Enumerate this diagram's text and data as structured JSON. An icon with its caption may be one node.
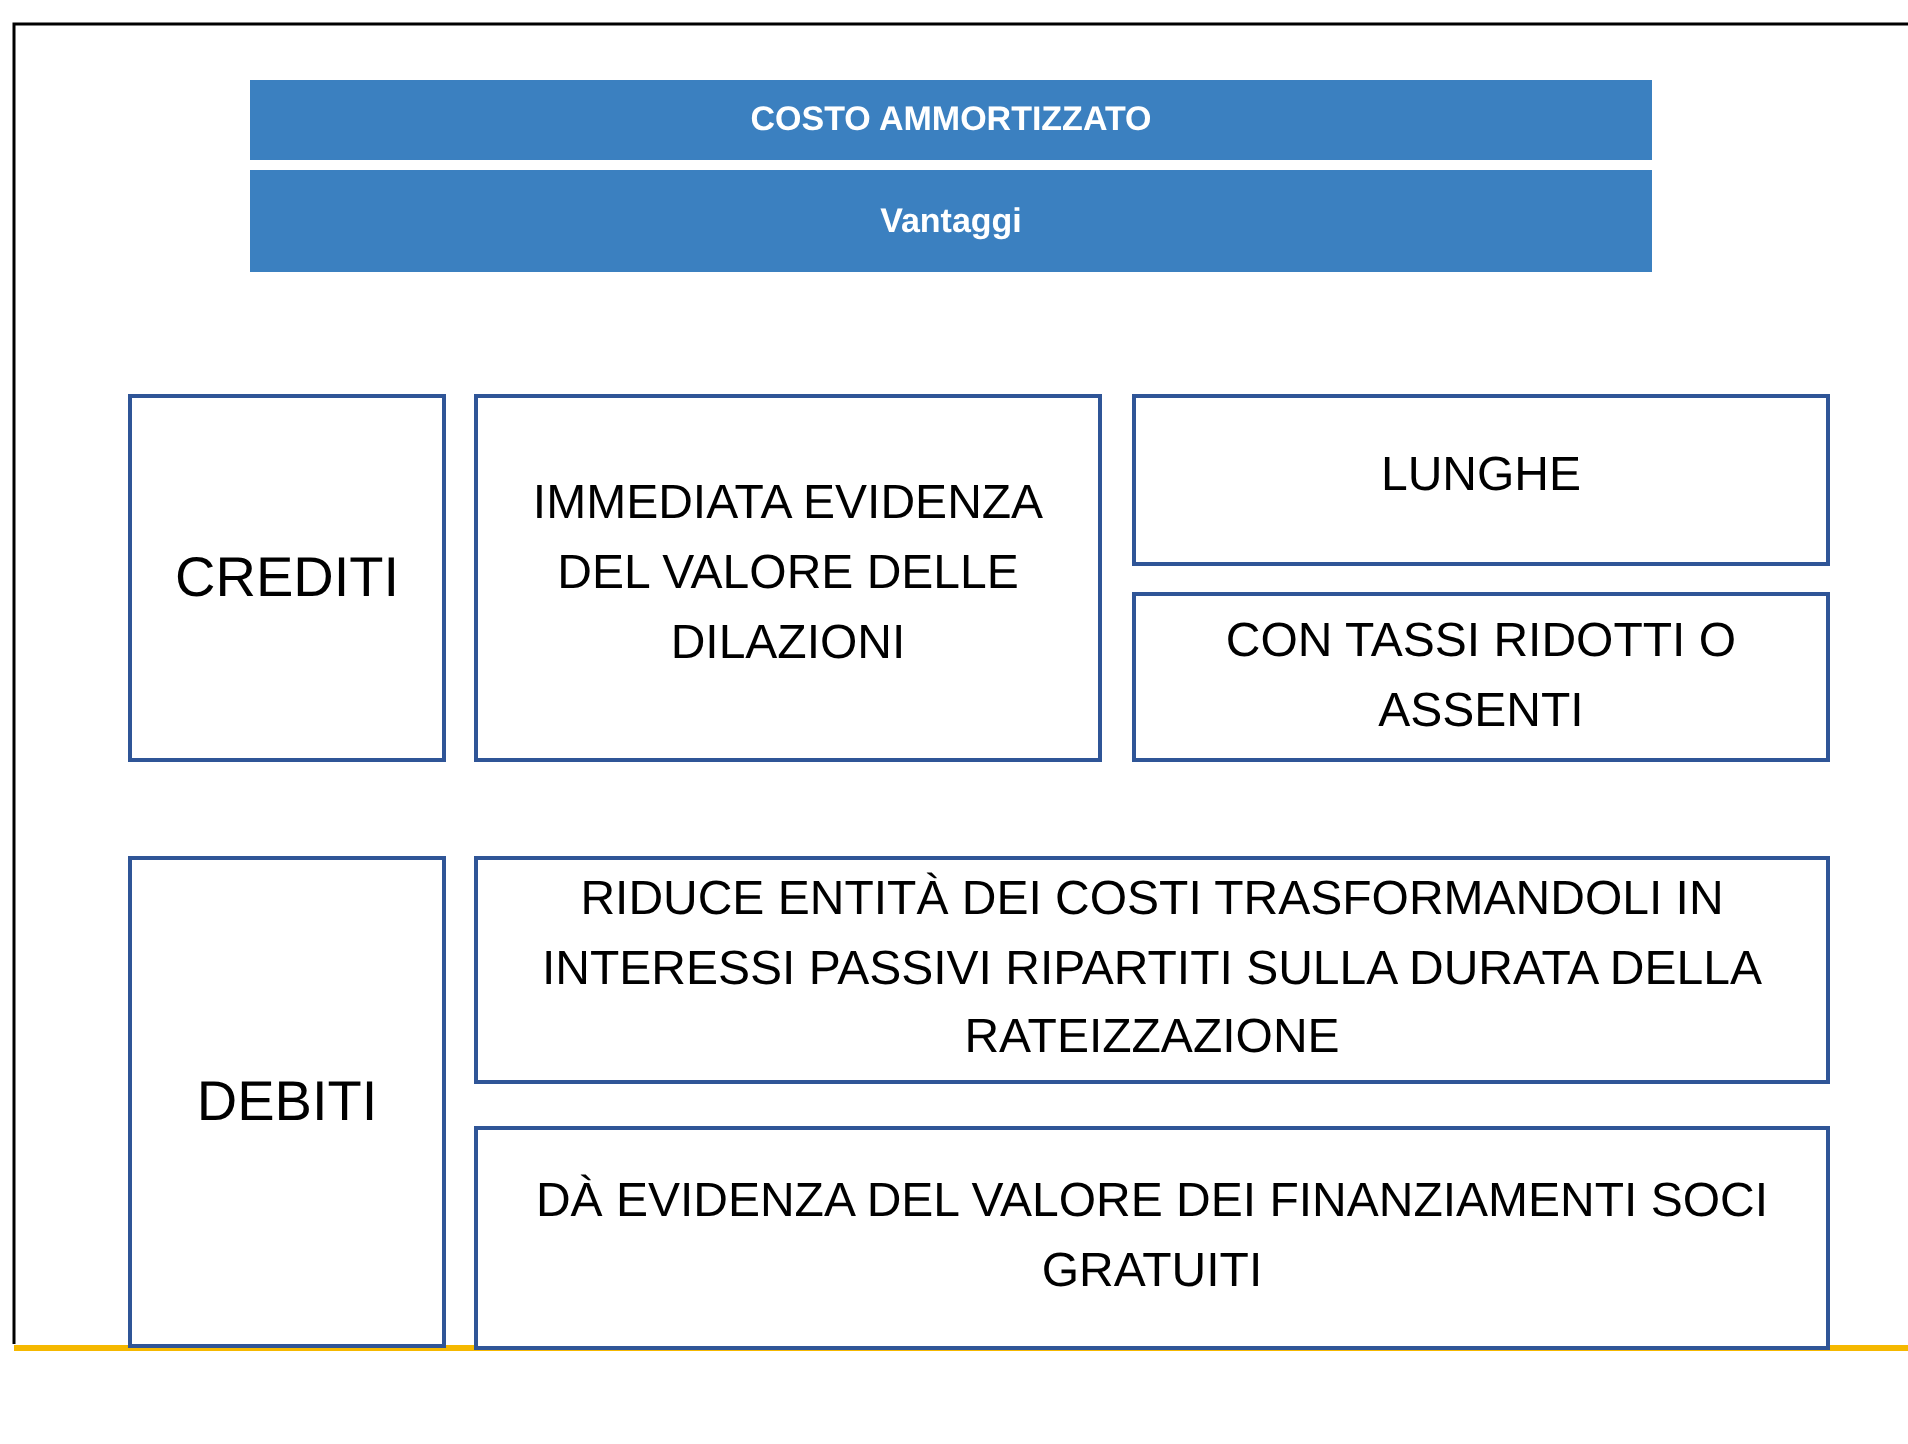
{
  "diagram": {
    "nodes": [
      {
        "text": [
          "COSTO AMMORTIZZATO"
        ]
      },
      {
        "text": [
          "Vantaggi"
        ]
      },
      {
        "text": [
          "CREDITI"
        ]
      },
      {
        "text": [
          "IMMEDIATA EVIDENZA DEL VALORE DELLE DILAZIONI"
        ]
      },
      {
        "text": [
          "LUNGHE"
        ]
      },
      {
        "text": [
          "CON TASSI RIDOTTI O ASSENTI"
        ]
      },
      {
        "text": [
          "DEBITI"
        ]
      },
      {
        "text": [
          "RIDUCE ENTITÀ DEI COSTI TRASFORMANDOLI IN INTERESSI PASSIVI RIPARTITI SULLA DURATA DELLA RATEIZZAZIONE"
        ]
      },
      {
        "text": [
          "DÀ EVIDENZA DEL VALORE DEI FINANZIAMENTI SOCI GRATUITI"
        ]
      }
    ]
  }
}
